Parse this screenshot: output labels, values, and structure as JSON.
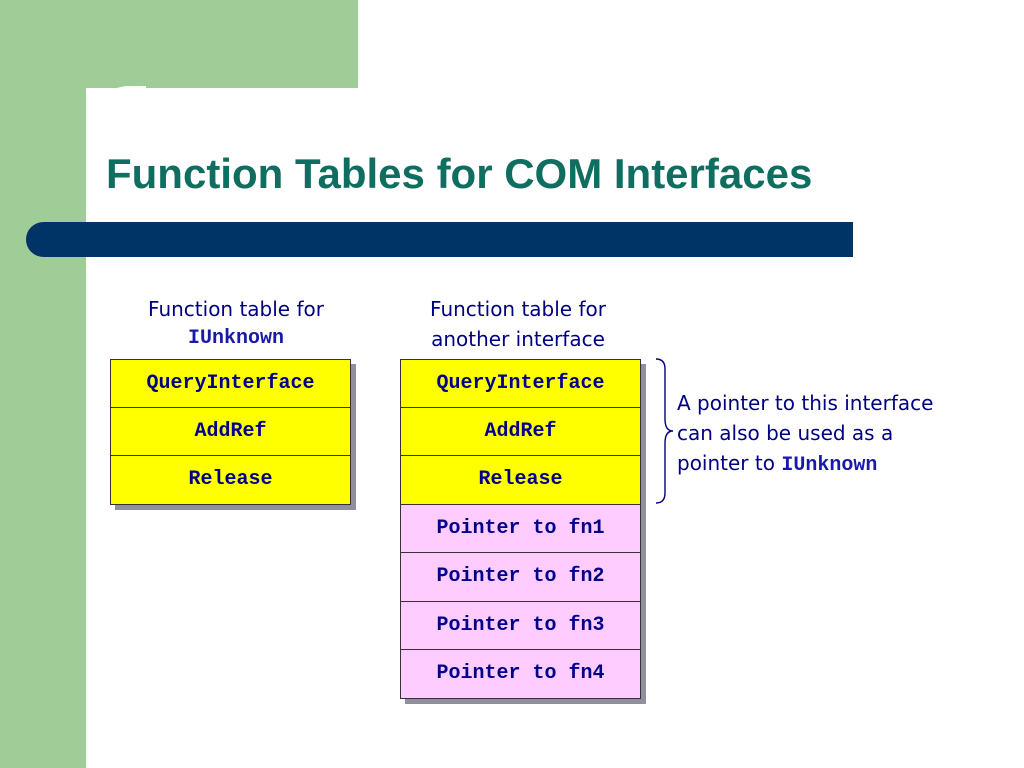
{
  "slide": {
    "title": "Function Tables for COM Interfaces"
  },
  "tables": [
    {
      "caption_line1": "Function table for",
      "caption_line2": "IUnknown",
      "rows": [
        {
          "label": "QueryInterface",
          "color": "yellow"
        },
        {
          "label": "AddRef",
          "color": "yellow"
        },
        {
          "label": "Release",
          "color": "yellow"
        }
      ]
    },
    {
      "caption_line1": "Function table for",
      "caption_line2": "another interface",
      "rows": [
        {
          "label": "QueryInterface",
          "color": "yellow"
        },
        {
          "label": "AddRef",
          "color": "yellow"
        },
        {
          "label": "Release",
          "color": "yellow"
        },
        {
          "label": "Pointer to fn1",
          "color": "pink"
        },
        {
          "label": "Pointer to fn2",
          "color": "pink"
        },
        {
          "label": "Pointer to fn3",
          "color": "pink"
        },
        {
          "label": "Pointer to fn4",
          "color": "pink"
        }
      ]
    }
  ],
  "note": {
    "line1": "A pointer to this interface",
    "line2": "can also be used as a",
    "line3_prefix": "pointer to ",
    "line3_code": "IUnknown"
  },
  "colors": {
    "title": "#0f6e5f",
    "title_bar": "#003366",
    "side_decoration": "#a0cc98",
    "standard_method_cell": "#ffff00",
    "custom_method_cell": "#ffccff",
    "text": "#000080"
  }
}
